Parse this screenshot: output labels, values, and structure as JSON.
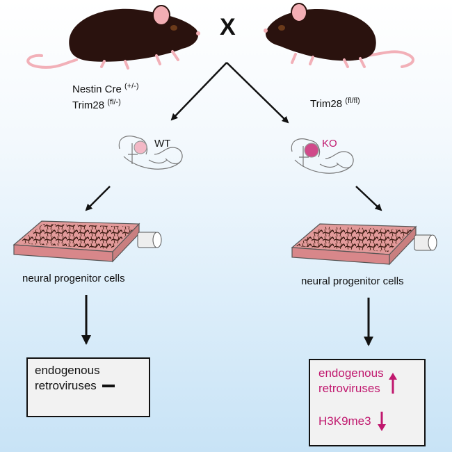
{
  "cross_symbol": "X",
  "parents": {
    "left": {
      "line1": "Nestin Cre",
      "line1_sup": "(+/-)",
      "line2": "Trim28",
      "line2_sup": "(fl/-)"
    },
    "right": {
      "line1": "Trim28",
      "line1_sup": "(fl/fl)"
    }
  },
  "embryos": {
    "left": {
      "label": "WT",
      "color": "#111111"
    },
    "right": {
      "label": "KO",
      "color": "#c0186e"
    }
  },
  "cells": {
    "left_label": "neural progenitor cells",
    "right_label": "neural progenitor cells"
  },
  "results": {
    "left": {
      "line1": "endogenous",
      "line2": "retroviruses",
      "indicator": "no change (dash)"
    },
    "right": {
      "line1": "endogenous",
      "line2": "retroviruses",
      "indicator1": "up-arrow",
      "line3": "H3K9me3",
      "indicator2": "down-arrow",
      "color": "#c0186e"
    }
  }
}
